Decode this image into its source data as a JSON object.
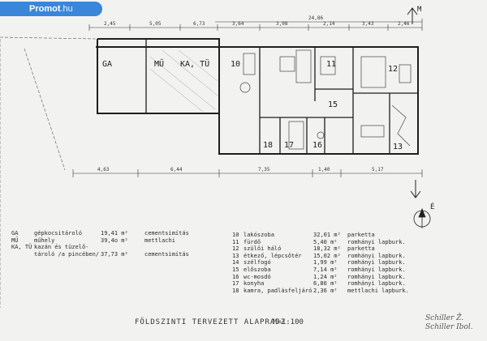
{
  "brand": {
    "name": "Promot",
    "suffix": ".hu",
    "color": "#3a86d8"
  },
  "plan": {
    "rooms": [
      {
        "id": "GA",
        "label": "GA"
      },
      {
        "id": "MU",
        "label": "MŰ"
      },
      {
        "id": "KA",
        "label": "KA, TÜ"
      },
      {
        "id": "10",
        "label": "10"
      },
      {
        "id": "11",
        "label": "11"
      },
      {
        "id": "12",
        "label": "12"
      },
      {
        "id": "13",
        "label": "13"
      },
      {
        "id": "15",
        "label": "15"
      },
      {
        "id": "16",
        "label": "16"
      },
      {
        "id": "17",
        "label": "17"
      },
      {
        "id": "18",
        "label": "18"
      }
    ],
    "dims_top": [
      "2,45",
      "5,05",
      "6,73",
      "3,64",
      "3,08",
      "2,14",
      "3,43",
      "2,46"
    ],
    "dim_overall": "24,86",
    "dims_bottom": [
      "4,63",
      "6,44",
      "7,35",
      "1,40",
      "5,17"
    ],
    "section_mark": "M",
    "north": "É",
    "scale": "M=1:100",
    "title": "FÖLDSZINTI TERVEZETT ALAPRAJZ"
  },
  "schedule_left": [
    {
      "code": "GA",
      "name": "gépkocsitároló",
      "area": "19,41 m²",
      "finish": "cementsimítás"
    },
    {
      "code": "MŰ",
      "name": "műhely",
      "area": "39,4o m²",
      "finish": "mettlachi"
    },
    {
      "code": "KA, TÜ",
      "name": "kazán és tüzelő-",
      "area": "",
      "finish": ""
    },
    {
      "code": "",
      "name": "tároló /a pincében/",
      "area": "37,73 m²",
      "finish": "cementsimítás"
    }
  ],
  "schedule_right": [
    {
      "code": "10",
      "name": "lakószoba",
      "area": "32,01 m²",
      "finish": "parketta"
    },
    {
      "code": "11",
      "name": "fürdő",
      "area": "5,40 m²",
      "finish": "romhányi lapburk."
    },
    {
      "code": "12",
      "name": "szülői háló",
      "area": "18,32 m²",
      "finish": "parketta"
    },
    {
      "code": "13",
      "name": "étkező, lépcsőtér",
      "area": "15,02 m²",
      "finish": "romhányi lapburk."
    },
    {
      "code": "14",
      "name": "szélfogó",
      "area": "1,99 m²",
      "finish": "romhányi lapburk."
    },
    {
      "code": "15",
      "name": "előszoba",
      "area": "7,14 m²",
      "finish": "romhányi lapburk."
    },
    {
      "code": "16",
      "name": "wc-mosdó",
      "area": "1,24 m²",
      "finish": "romhányi lapburk."
    },
    {
      "code": "17",
      "name": "konyha",
      "area": "6,86 m²",
      "finish": "romhányi lapburk."
    },
    {
      "code": "18",
      "name": "kamra, padlásfeljáró",
      "area": "2,36 m²",
      "finish": "mettlachi lapburk."
    }
  ],
  "signature": [
    "Schiller Ž.",
    "Schiller Ibol."
  ]
}
